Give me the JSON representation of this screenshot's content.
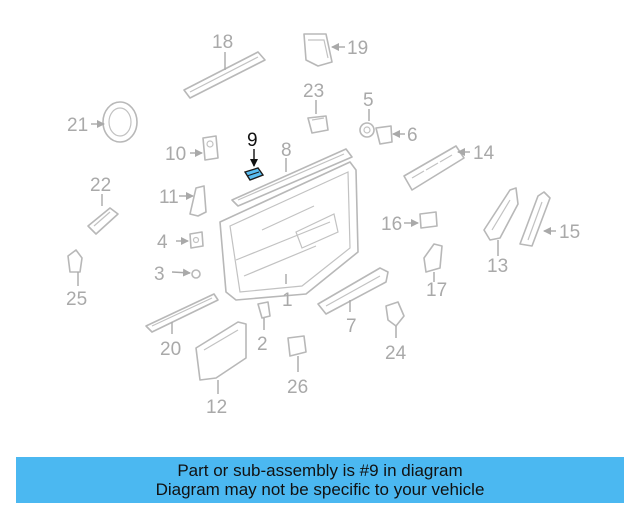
{
  "highlighted_part": "9",
  "callouts": [
    "1",
    "2",
    "3",
    "4",
    "5",
    "6",
    "7",
    "8",
    "9",
    "10",
    "11",
    "12",
    "13",
    "14",
    "15",
    "16",
    "17",
    "18",
    "19",
    "20",
    "21",
    "22",
    "23",
    "24",
    "25",
    "26"
  ],
  "colors": {
    "highlight_fill": "#59bdf2",
    "banner_bg": "#4bb8f1",
    "line_art": "#b8b8b8",
    "callout_text": "#a9a9a9"
  },
  "banner": {
    "line1": "Part or sub-assembly is #9 in diagram",
    "line2": "Diagram may not be specific to your vehicle"
  }
}
